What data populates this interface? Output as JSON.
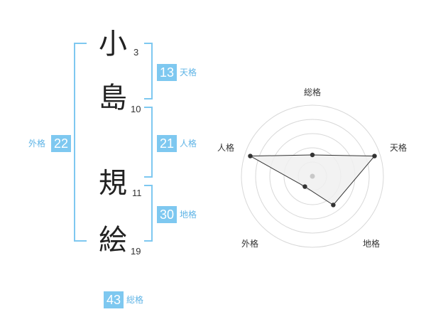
{
  "name": {
    "chars": [
      {
        "char": "小",
        "strokes": "3"
      },
      {
        "char": "島",
        "strokes": "10"
      },
      {
        "char": "規",
        "strokes": "11"
      },
      {
        "char": "絵",
        "strokes": "19"
      }
    ]
  },
  "kaku": {
    "tenkaku": {
      "value": "13",
      "label": "天格"
    },
    "jinkaku": {
      "value": "21",
      "label": "人格"
    },
    "chikaku": {
      "value": "30",
      "label": "地格"
    },
    "gaikaku": {
      "value": "22",
      "label": "外格"
    },
    "soukaku": {
      "value": "43",
      "label": "総格"
    }
  },
  "radar": {
    "axes": [
      "総格",
      "天格",
      "地格",
      "外格",
      "人格"
    ],
    "values": [
      1.5,
      4.6,
      2.5,
      0.9,
      4.6
    ],
    "max": 5,
    "rings": 5,
    "colors": {
      "grid": "#d8d8d8",
      "fill": "#f0f0f0",
      "line": "#333333",
      "point": "#333333",
      "center": "#c8c8c8"
    }
  }
}
